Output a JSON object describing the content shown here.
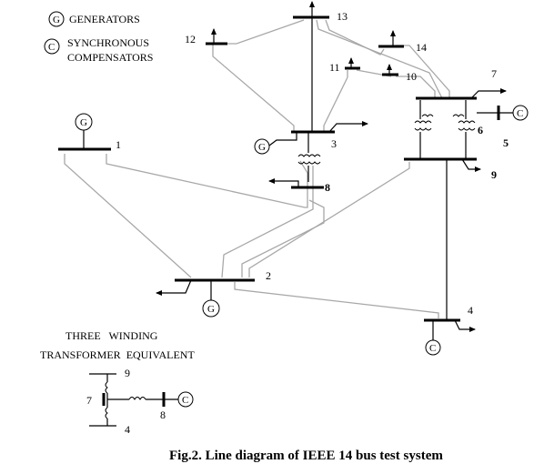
{
  "legend": {
    "generator_symbol": "G",
    "generator_label": "GENERATORS",
    "compensator_symbol": "C",
    "compensator_label_line1": "SYNCHRONOUS",
    "compensator_label_line2": "COMPENSATORS"
  },
  "buses": {
    "b1": "1",
    "b2": "2",
    "b3": "3",
    "b4": "4",
    "b5": "5",
    "b6": "6",
    "b7": "7",
    "b8": "8",
    "b9": "9",
    "b10": "10",
    "b11": "11",
    "b12": "12",
    "b13": "13",
    "b14": "14"
  },
  "symbols": {
    "g1": "G",
    "g2": "G",
    "g3": "G",
    "c4": "C",
    "c6": "C",
    "c_equiv": "C"
  },
  "transformer_equivalent": {
    "title_line1": "THREE   WINDING",
    "title_line2": "TRANSFORMER  EQUIVALENT",
    "node_9": "9",
    "node_7": "7",
    "node_8": "8",
    "node_4": "4",
    "c_symbol": "C"
  },
  "caption": "Fig.2. Line diagram of IEEE 14 bus test system",
  "colors": {
    "line": "#a8a8a8",
    "ink": "#000000"
  }
}
